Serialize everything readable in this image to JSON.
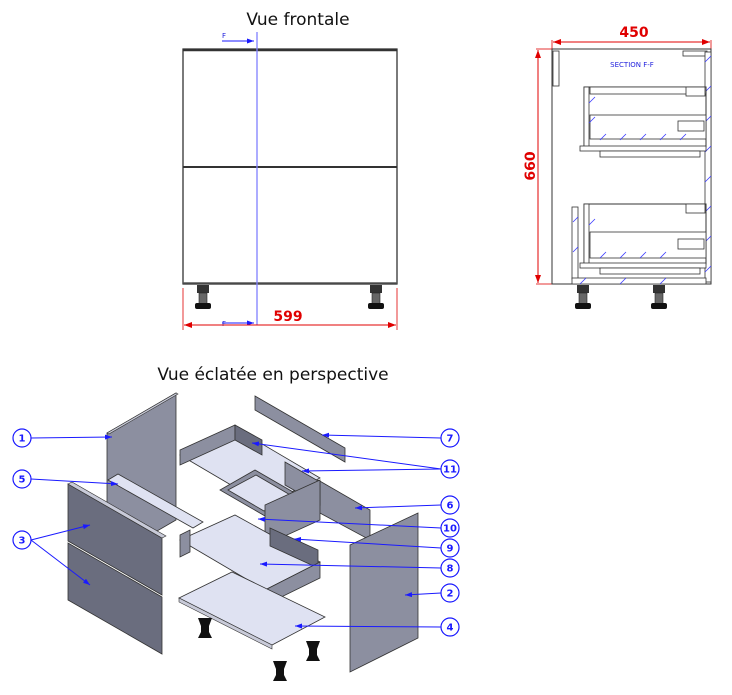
{
  "front_view": {
    "title": "Vue frontale",
    "width_dimension": "599",
    "section_marker": "F"
  },
  "section_view": {
    "label": "SECTION F-F",
    "depth_dimension": "450",
    "height_dimension": "660"
  },
  "exploded_view": {
    "title": "Vue éclatée en perspective",
    "callouts": [
      {
        "number": "1",
        "part": "side-panel-left"
      },
      {
        "number": "2",
        "part": "side-panel-right"
      },
      {
        "number": "3",
        "part": "drawer-fronts"
      },
      {
        "number": "4",
        "part": "bottom-panel"
      },
      {
        "number": "5",
        "part": "top-rail"
      },
      {
        "number": "6",
        "part": "back-panel"
      },
      {
        "number": "7",
        "part": "top-back-rail"
      },
      {
        "number": "8",
        "part": "lower-drawer-base"
      },
      {
        "number": "9",
        "part": "lower-drawer-back"
      },
      {
        "number": "10",
        "part": "upper-drawer-base"
      },
      {
        "number": "11",
        "part": "drawer-inner-frames"
      }
    ]
  },
  "colors": {
    "dimension": "#e00000",
    "annotation": "#1a1aff",
    "section_line": "#8080ff"
  }
}
